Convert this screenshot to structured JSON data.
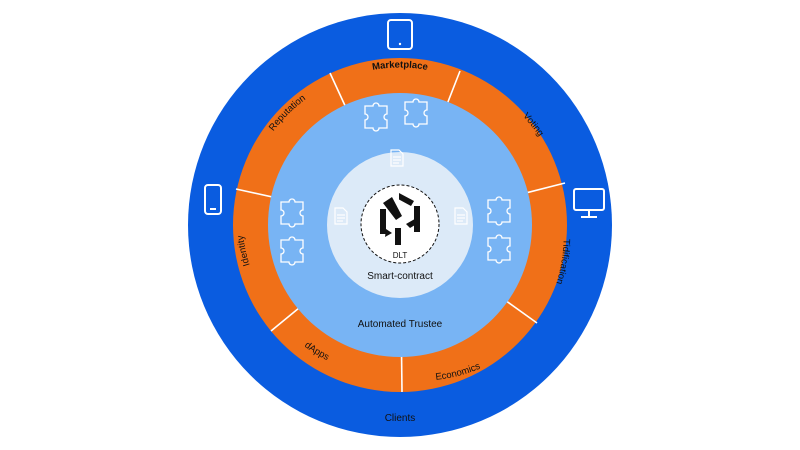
{
  "outer_ring": {
    "label": "Clients",
    "devices": [
      "tablet-icon",
      "smartphone-icon",
      "desktop-monitor-icon"
    ]
  },
  "orange_ring": {
    "segments": [
      "Marketplace",
      "Voting",
      "Tidification",
      "Economics",
      "dApps",
      "Identity",
      "Reputation"
    ]
  },
  "middle_ring": {
    "label": "Automated Trustee",
    "icons": [
      "puzzle-icon",
      "document-icon"
    ]
  },
  "inner_circle": {
    "label": "Smart-contract"
  },
  "core": {
    "label": "DLT",
    "logo": "dlt-logo-icon"
  },
  "colors": {
    "outer_ring": "#0a5ce0",
    "orange_ring": "#f07018",
    "middle_ring": "#78b4f4",
    "inner_circle": "#dceaf8",
    "core": "#ffffff",
    "divider": "#ffffff"
  }
}
